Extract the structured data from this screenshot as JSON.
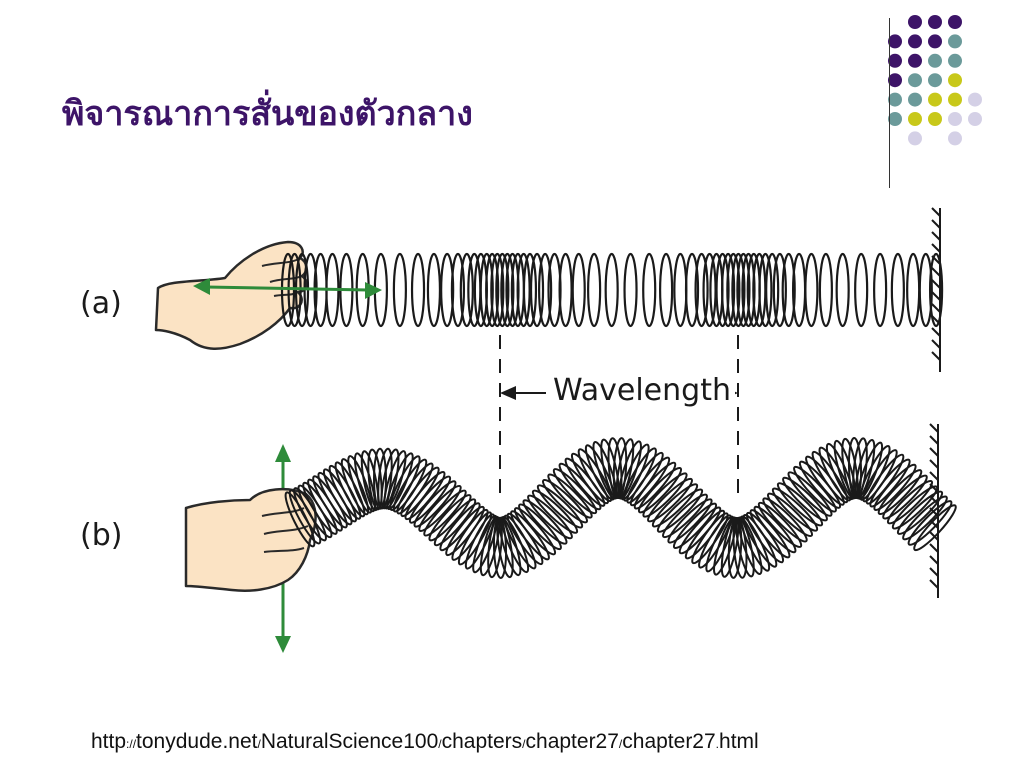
{
  "slide": {
    "title": "พิจารณาการสั่นของตัวกลาง",
    "colors": {
      "title": "#3d1468",
      "dot_purple": "#3d1468",
      "dot_teal": "#6b9a9a",
      "dot_olive": "#c8c81a",
      "dot_lavender": "#d4d0e6",
      "arrow_green": "#2e8b3a"
    }
  },
  "figure": {
    "label_a": "(a)",
    "label_b": "(b)",
    "wavelength_label": "Wavelength",
    "icons": [
      "hand-icon",
      "double-arrow-icon",
      "spring-coil-icon",
      "wall-icon"
    ]
  },
  "source": {
    "parts": [
      "http",
      "://",
      "tonydude.net",
      "/",
      "NaturalScience100",
      "/",
      "chapters",
      "/",
      "chapter27",
      "/",
      "chapter27",
      ".",
      "html"
    ]
  }
}
